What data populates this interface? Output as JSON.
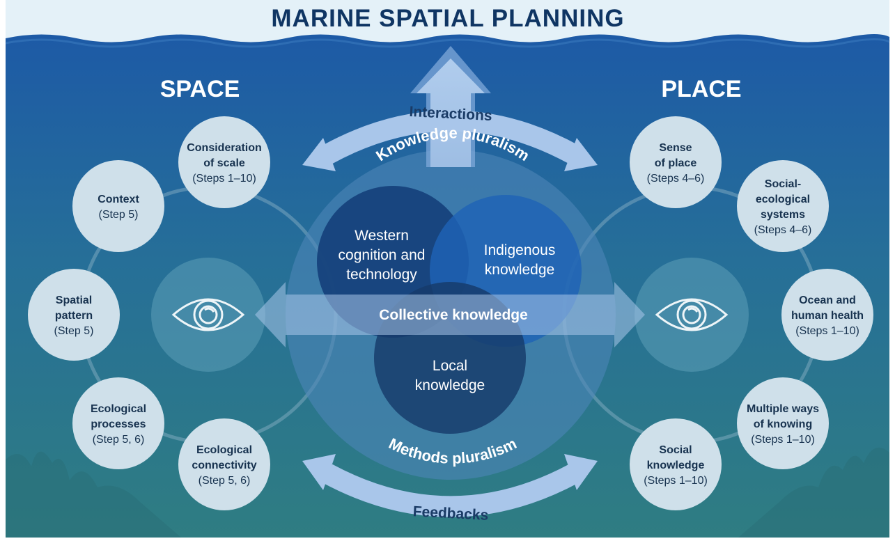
{
  "title": "MARINE SPATIAL PLANNING",
  "left_heading": "SPACE",
  "right_heading": "PLACE",
  "interactions_label": "Interactions",
  "feedbacks_label": "Feedbacks",
  "knowledge_pluralism": "Knowledge pluralism",
  "methods_pluralism": "Methods pluralism",
  "collective_knowledge": "Collective knowledge",
  "venn": {
    "western": [
      "Western",
      "cognition and",
      "technology"
    ],
    "indigenous": [
      "Indigenous",
      "knowledge"
    ],
    "local": [
      "Local",
      "knowledge"
    ]
  },
  "space_nodes": [
    {
      "title": [
        "Consideration",
        "of scale"
      ],
      "steps": "(Steps 1–10)"
    },
    {
      "title": [
        "Context"
      ],
      "steps": "(Step 5)"
    },
    {
      "title": [
        "Spatial",
        "pattern"
      ],
      "steps": "(Step 5)"
    },
    {
      "title": [
        "Ecological",
        "processes"
      ],
      "steps": "(Step 5, 6)"
    },
    {
      "title": [
        "Ecological",
        "connectivity"
      ],
      "steps": "(Step 5, 6)"
    }
  ],
  "place_nodes": [
    {
      "title": [
        "Sense",
        "of place"
      ],
      "steps": "(Steps 4–6)"
    },
    {
      "title": [
        "Social-",
        "ecological",
        "systems"
      ],
      "steps": "(Steps 4–6)"
    },
    {
      "title": [
        "Ocean and",
        "human health"
      ],
      "steps": "(Steps 1–10)"
    },
    {
      "title": [
        "Multiple ways",
        "of knowing"
      ],
      "steps": "(Steps 1–10)"
    },
    {
      "title": [
        "Social",
        "knowledge"
      ],
      "steps": "(Steps 1–10)"
    }
  ],
  "icons": {
    "space_eye": "eye-icon",
    "place_eye": "eye-icon"
  },
  "colors": {
    "title": "#0f3563",
    "ocean_top": "#1f5fa8",
    "ocean_bottom": "#2f7d80",
    "node_fill": "#cfe0ea",
    "node_text": "#17324f",
    "arrow": "#a9c6ea",
    "venn_western": "#16427c",
    "venn_indigenous": "#1f63b6",
    "venn_local": "#163a6a"
  }
}
